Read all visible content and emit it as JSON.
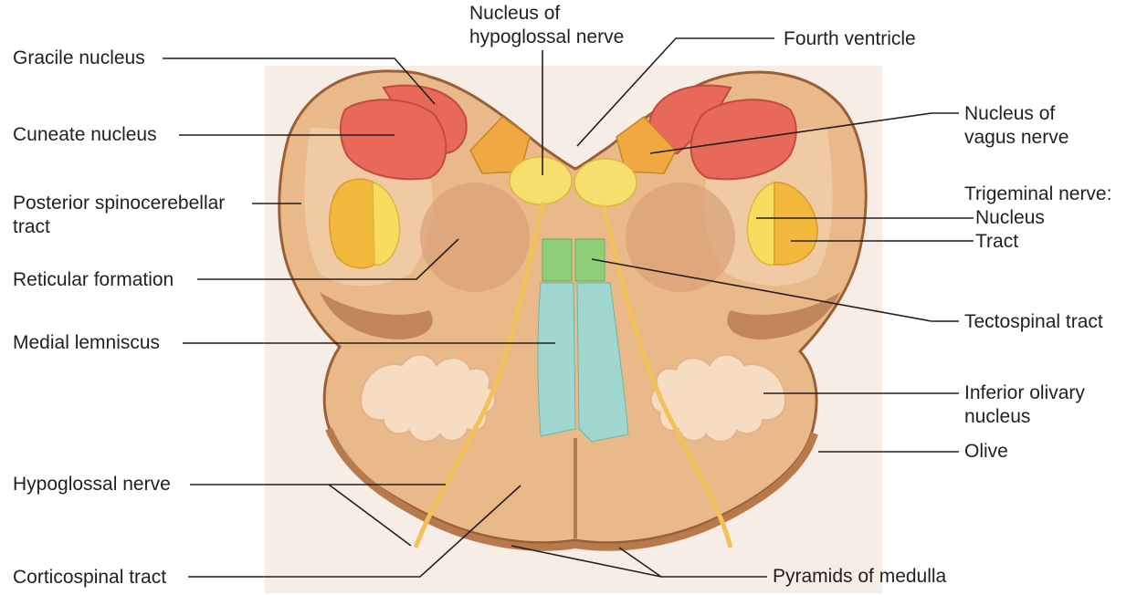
{
  "labels": {
    "gracile_nucleus": "Gracile nucleus",
    "cuneate_nucleus": "Cuneate nucleus",
    "posterior_spinocerebellar_tract_line1": "Posterior spinocerebellar",
    "posterior_spinocerebellar_tract_line2": "tract",
    "reticular_formation": "Reticular formation",
    "medial_lemniscus": "Medial lemniscus",
    "hypoglossal_nerve": "Hypoglossal nerve",
    "corticospinal_tract": "Corticospinal tract",
    "nucleus_hypoglossal_line1": "Nucleus of",
    "nucleus_hypoglossal_line2": "hypoglossal nerve",
    "fourth_ventricle": "Fourth ventricle",
    "nucleus_vagus_line1": "Nucleus of",
    "nucleus_vagus_line2": "vagus nerve",
    "trigeminal_nerve": "Trigeminal nerve:",
    "trigeminal_nucleus": "Nucleus",
    "trigeminal_tract": "Tract",
    "tectospinal_tract": "Tectospinal tract",
    "inferior_olivary_line1": "Inferior olivary",
    "inferior_olivary_line2": "nucleus",
    "olive": "Olive",
    "pyramids_of_medulla": "Pyramids of medulla"
  },
  "colors": {
    "background_panel": "#f7ede7",
    "tissue": "#e9b98a",
    "tissue_light": "#efcaa2",
    "tissue_dark": "#b77a4d",
    "tissue_edge": "#9a5f36",
    "gracile_cuneate": "#e8685a",
    "hypoglossal_nucleus": "#f7df6e",
    "vagus_nucleus": "#f0a940",
    "trigeminal_nucleus": "#f7dc5e",
    "trigeminal_tract": "#f2b93d",
    "tectospinal": "#8ed07a",
    "medial_lemniscus": "#9fd6ce",
    "nerve": "#f2c15a",
    "olivary": "#f6dcc0",
    "leader_line": "#231f20",
    "text": "#231f20"
  }
}
